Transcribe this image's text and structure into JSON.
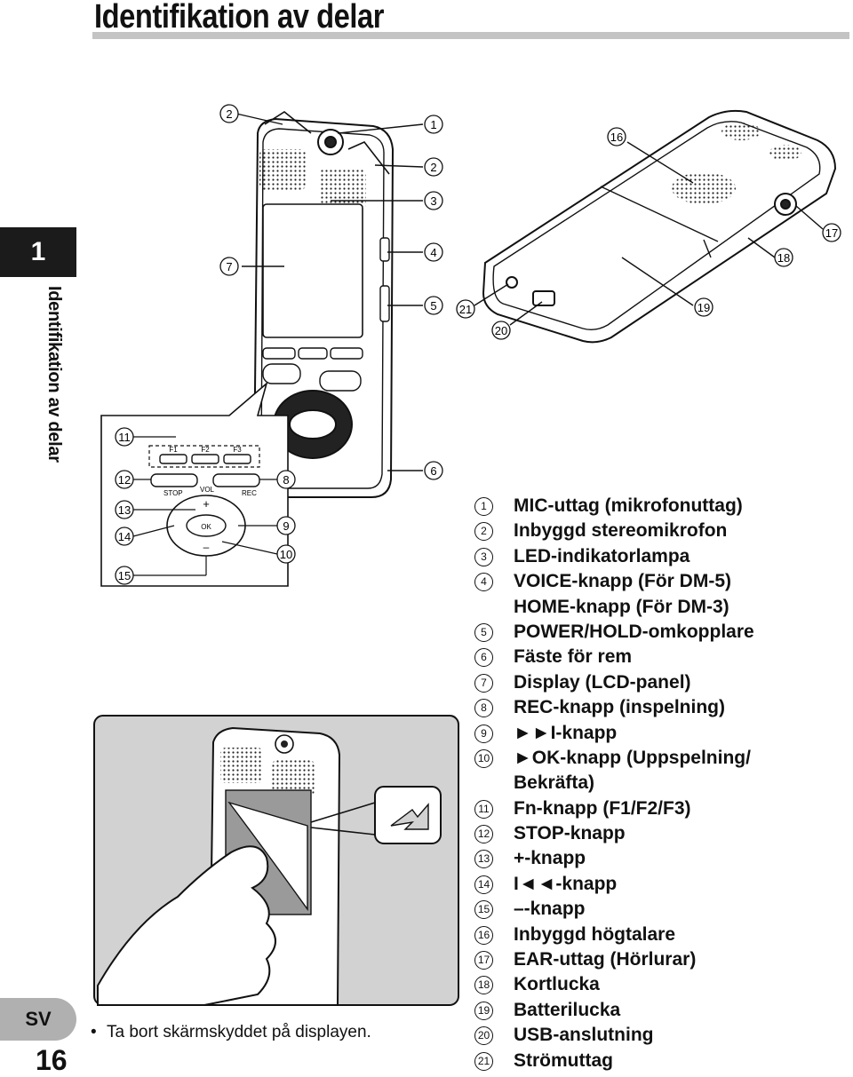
{
  "page": {
    "title": "Identifikation av delar",
    "chapter_number": "1",
    "side_label": "Identifikation av delar",
    "language": "SV",
    "page_number": "16"
  },
  "figure_front": {
    "button_labels": [
      "F1",
      "F2",
      "F3",
      "STOP",
      "VOL",
      "REC",
      "OK"
    ]
  },
  "parts": [
    {
      "num": "1",
      "text": "MIC-uttag (mikrofonuttag)"
    },
    {
      "num": "2",
      "text": "Inbyggd stereomikrofon"
    },
    {
      "num": "3",
      "text": "LED-indikatorlampa"
    },
    {
      "num": "4",
      "text": "VOICE-knapp (För DM-5)"
    },
    {
      "num": "",
      "text": "HOME-knapp (För DM-3)"
    },
    {
      "num": "5",
      "text": "POWER/HOLD-omkopplare"
    },
    {
      "num": "6",
      "text": "Fäste för rem"
    },
    {
      "num": "7",
      "text": "Display (LCD-panel)"
    },
    {
      "num": "8",
      "text": "REC-knapp (inspelning)"
    },
    {
      "num": "9",
      "text": "►►I-knapp"
    },
    {
      "num": "10",
      "text": "►OK-knapp (Uppspelning/"
    },
    {
      "num": "",
      "text": "Bekräfta)"
    },
    {
      "num": "11",
      "text": "Fn-knapp (F1/F2/F3)"
    },
    {
      "num": "12",
      "text": "STOP-knapp"
    },
    {
      "num": "13",
      "text": "+-knapp"
    },
    {
      "num": "14",
      "text": "I◄◄-knapp"
    },
    {
      "num": "15",
      "text": "–-knapp"
    },
    {
      "num": "16",
      "text": "Inbyggd högtalare"
    },
    {
      "num": "17",
      "text": "EAR-uttag (Hörlurar)"
    },
    {
      "num": "18",
      "text": "Kortlucka"
    },
    {
      "num": "19",
      "text": "Batterilucka"
    },
    {
      "num": "20",
      "text": "USB-anslutning"
    },
    {
      "num": "21",
      "text": "Strömuttag"
    }
  ],
  "note": "Ta bort skärmskyddet på displayen."
}
